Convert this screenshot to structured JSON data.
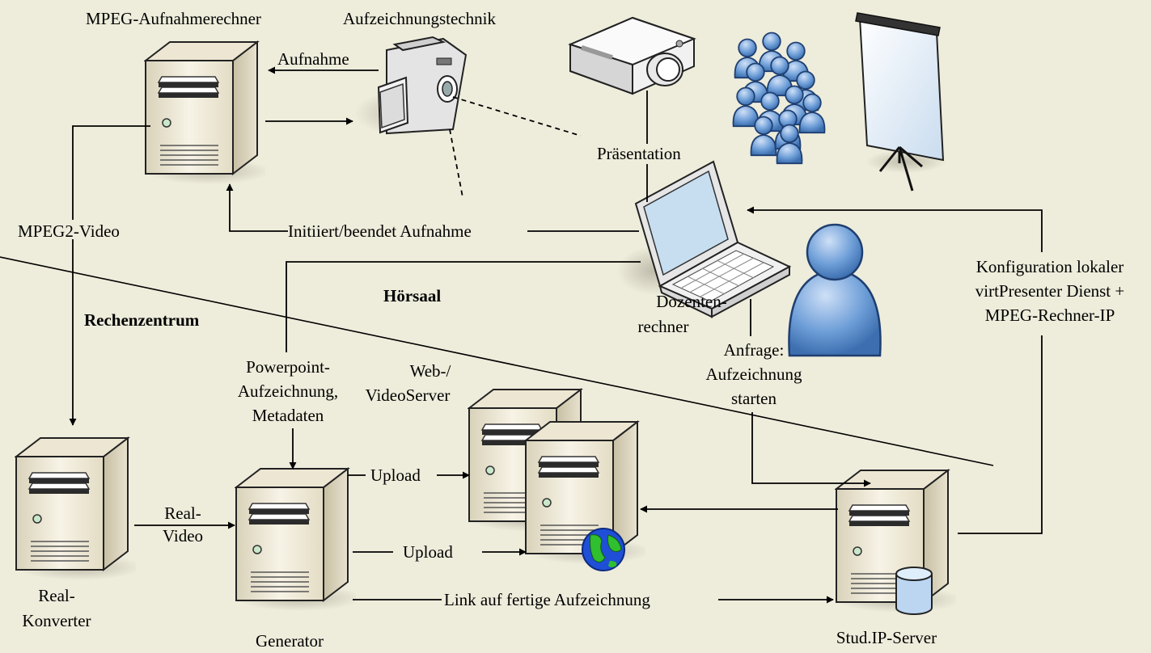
{
  "labels": {
    "mpeg_recorder": "MPEG-Aufnahmerechner",
    "recording_tech": "Aufzeichnungstechnik",
    "recording": "Aufnahme",
    "presentation": "Präsentation",
    "mpeg2_video": "MPEG2-Video",
    "init_stop": "Initiiert/beendet Aufnahme",
    "lecture_hall": "Hörsaal",
    "computing_center": "Rechenzentrum",
    "lecturer_pc_line1": "Dozenten-",
    "lecturer_pc_line2": "rechner",
    "config_line1": "Konfiguration lokaler",
    "config_line2": "virtPresenter Dienst +",
    "config_line3": "MPEG-Rechner-IP",
    "ppt_line1": "Powerpoint-",
    "ppt_line2": "Aufzeichnung,",
    "ppt_line3": "Metadaten",
    "webserver_line1": "Web-/",
    "webserver_line2": "VideoServer",
    "request_line1": "Anfrage:",
    "request_line2": "Aufzeichnung",
    "request_line3": "starten",
    "upload_1": "Upload",
    "upload_2": "Upload",
    "real_video_line1": "Real-",
    "real_video_line2": "Video",
    "real_converter_line1": "Real-",
    "real_converter_line2": "Konverter",
    "generator": "Generator",
    "link_finished": "Link auf fertige Aufzeichnung",
    "studip_server": "Stud.IP-Server"
  },
  "colors": {
    "background": "#eeecdb",
    "tower_light": "#f4efdf",
    "tower_side": "#cfc7ad",
    "user_blue": "#6f9fd8",
    "globe_blue": "#1f4fd6",
    "globe_green": "#2fbf2f"
  },
  "icons": [
    "server-icon",
    "camcorder-icon",
    "projector-icon",
    "audience-icon",
    "projection-screen-icon",
    "laptop-icon",
    "user-icon",
    "globe-icon",
    "database-icon"
  ]
}
